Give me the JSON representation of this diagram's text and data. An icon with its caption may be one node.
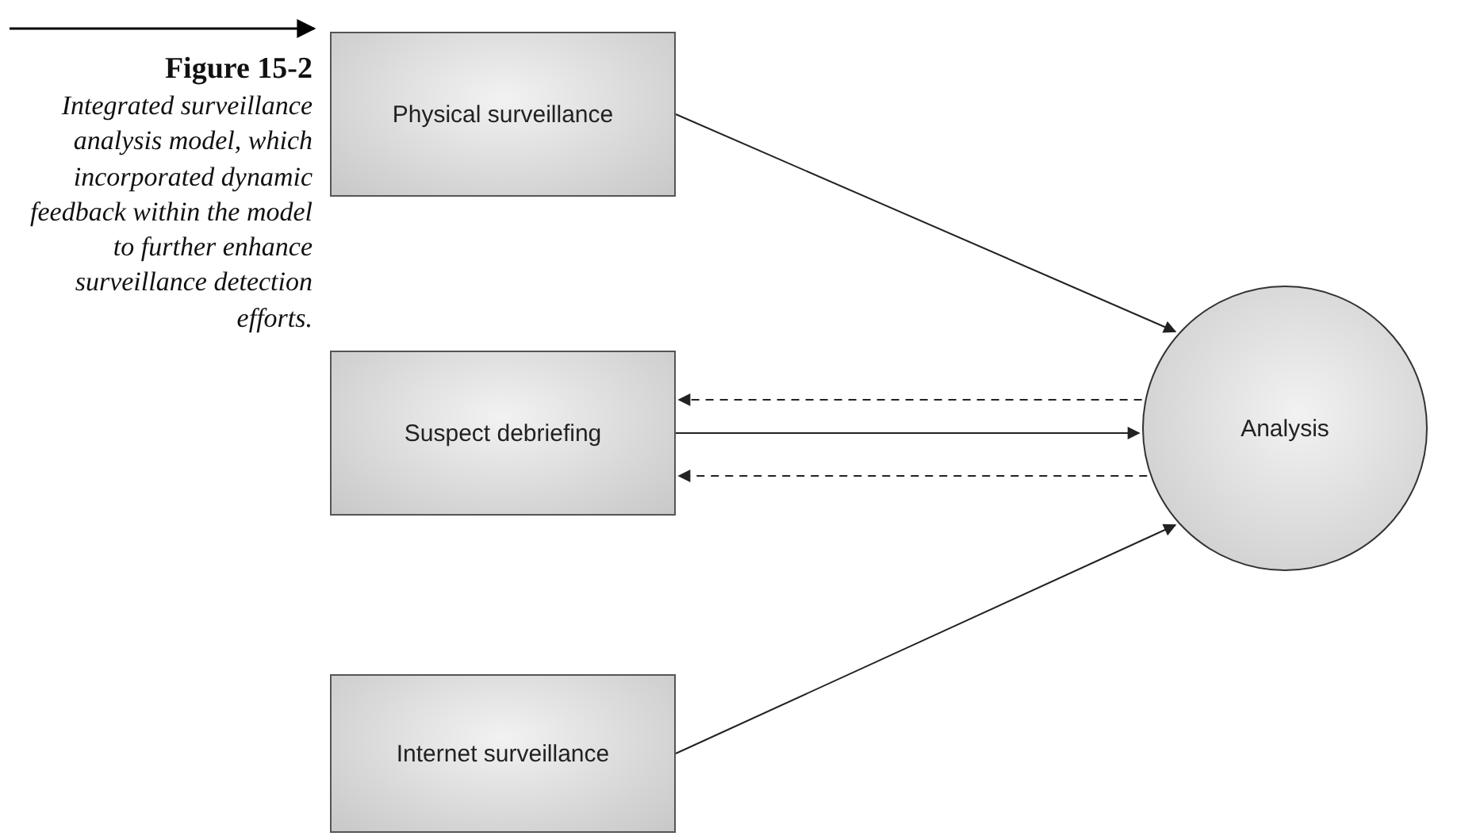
{
  "diagram": {
    "title": "Figure 15-2",
    "caption": "Integrated surveillance analysis model, which incorporated dynamic feedback within the model to further enhance surveillance detection efforts.",
    "nodes": [
      {
        "text": [
          "Physical surveillance"
        ]
      },
      {
        "text": [
          "Suspect debriefing"
        ]
      },
      {
        "text": [
          "Internet surveillance"
        ]
      },
      {
        "text": [
          "Analysis"
        ]
      }
    ],
    "edges": [
      {
        "from": 0,
        "to": 3,
        "arrow": "to"
      },
      {
        "from": 3,
        "to": 1,
        "arrow": "to",
        "style": "dashed"
      },
      {
        "from": 1,
        "to": 3,
        "arrow": "to"
      },
      {
        "from": 3,
        "to": 1,
        "arrow": "to",
        "style": "dashed"
      },
      {
        "from": 2,
        "to": 3,
        "arrow": "to"
      }
    ]
  }
}
